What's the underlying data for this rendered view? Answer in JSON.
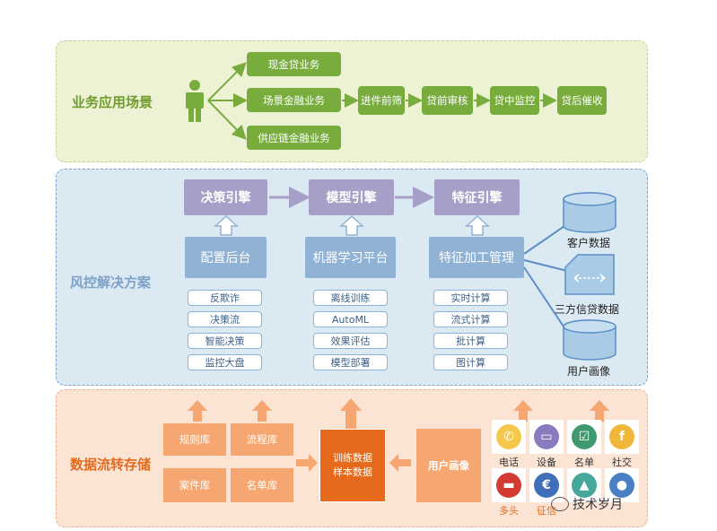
{
  "top": {
    "title": "业务应用场景",
    "left_boxes": [
      "现金贷业务",
      "场景金融业务",
      "供应链金融业务"
    ],
    "flow": [
      "进件前筛",
      "贷前审核",
      "贷中监控",
      "贷后催收"
    ]
  },
  "middle": {
    "title": "风控解决方案",
    "engines": [
      "决策引擎",
      "模型引擎",
      "特征引擎"
    ],
    "platforms": [
      "配置后台",
      "机器学习平台",
      "特征加工管理"
    ],
    "config_items": [
      "反欺诈",
      "决策流",
      "智能决策",
      "监控大盘"
    ],
    "ml_items": [
      "离线训练",
      "AutoML",
      "效果评估",
      "模型部署"
    ],
    "feature_items": [
      "实时计算",
      "流式计算",
      "批计算",
      "图计算"
    ],
    "data_sources": [
      "客户数据",
      "三方信贷数据",
      "用户画像"
    ]
  },
  "bottom": {
    "title": "数据流转存储",
    "stores": [
      "规则库",
      "流程库",
      "案件库",
      "名单库"
    ],
    "training": [
      "训练数据",
      "样本数据"
    ],
    "profile": "用户画像",
    "icons": [
      {
        "label": "电话",
        "icon": "phone-icon",
        "color": "#f4c84a",
        "glyph": "✆"
      },
      {
        "label": "设备",
        "icon": "monitor-icon",
        "color": "#8a7bc0",
        "glyph": "▭"
      },
      {
        "label": "名单",
        "icon": "checklist-icon",
        "color": "#3e9a6e",
        "glyph": "☑"
      },
      {
        "label": "社交",
        "icon": "facebook-icon",
        "color": "#f0b73a",
        "glyph": "f"
      },
      {
        "label": "多头",
        "icon": "stop-icon",
        "color": "#d23b33",
        "glyph": "▬"
      },
      {
        "label": "征信",
        "icon": "euro-icon",
        "color": "#3f6fb8",
        "glyph": "€"
      },
      {
        "label": "",
        "icon": "graduation-cap-icon",
        "color": "#46a79b",
        "glyph": "▲"
      },
      {
        "label": "",
        "icon": "user-icon",
        "color": "#4a7fc4",
        "glyph": "●"
      }
    ],
    "watermark": "技术岁月"
  },
  "colors": {
    "green": "#78ad3e",
    "purple": "#a69fc7",
    "blue": "#8fb2d5",
    "orange": "#f6a771",
    "dark_orange": "#e56a1c"
  }
}
